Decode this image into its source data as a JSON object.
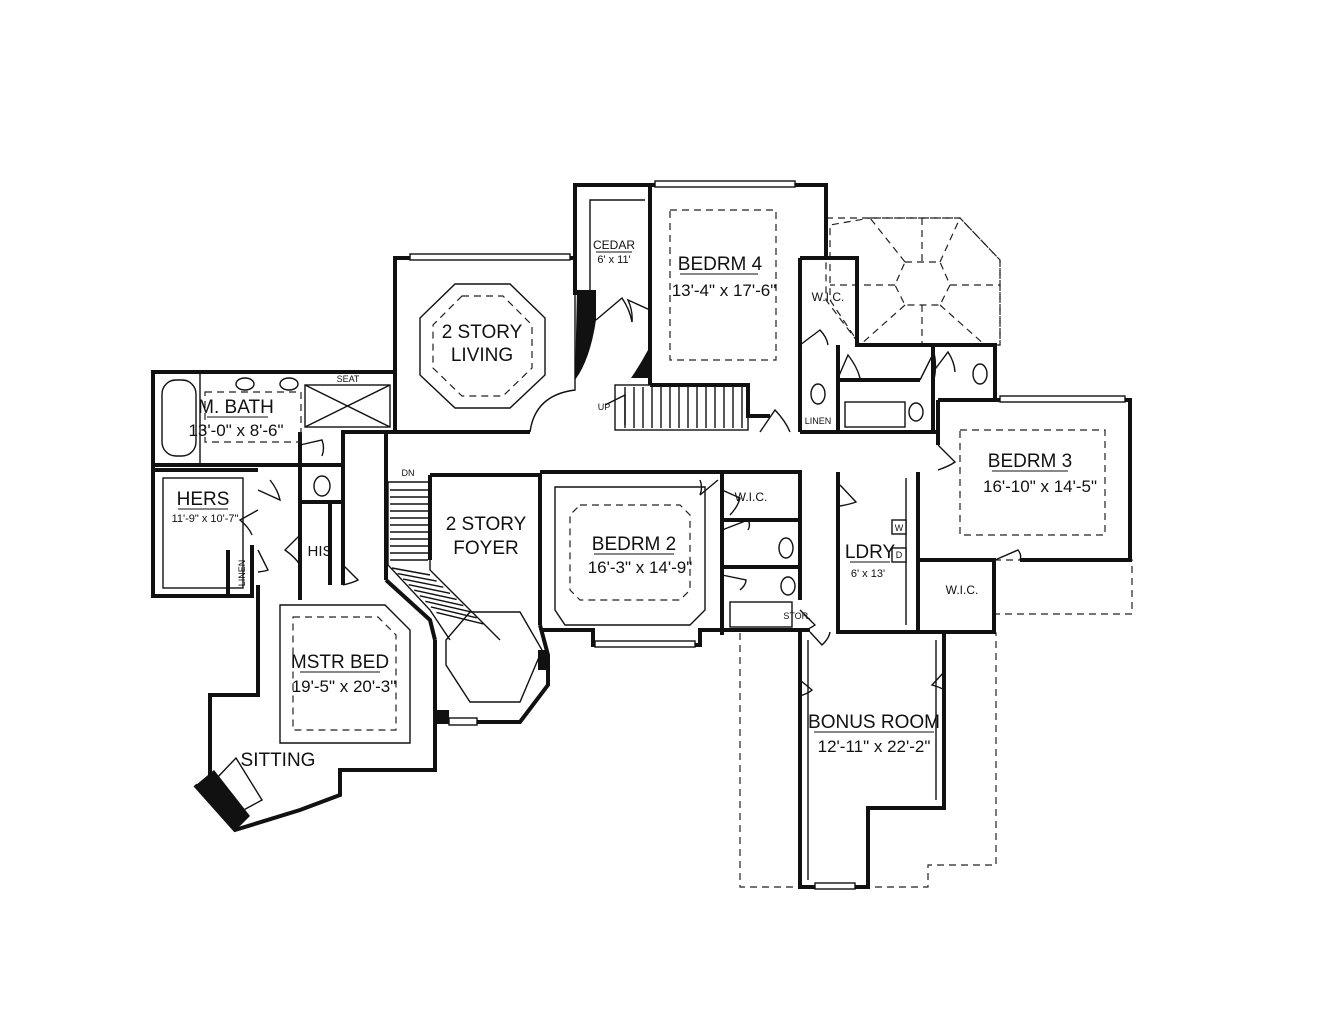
{
  "rooms": {
    "cedar": {
      "name": "CEDAR",
      "dims": "6' x 11'"
    },
    "bedrm4": {
      "name": "BEDRM 4",
      "dims": "13'-4\" x 17'-6\""
    },
    "wic_b4": {
      "name": "W.I.C."
    },
    "living": {
      "name_line1": "2 STORY",
      "name_line2": "LIVING"
    },
    "mbath": {
      "name": "M. BATH",
      "dims": "13'-0\" x 8'-6\""
    },
    "seat": {
      "name": "SEAT"
    },
    "up": {
      "name": "UP"
    },
    "dn": {
      "name": "DN"
    },
    "linen1": {
      "name": "LINEN"
    },
    "linen2": {
      "name": "LINEN"
    },
    "hers": {
      "name": "HERS",
      "dims": "11'-9\" x 10'-7\""
    },
    "his": {
      "name": "HIS"
    },
    "foyer": {
      "name_line1": "2 STORY",
      "name_line2": "FOYER"
    },
    "bedrm2": {
      "name": "BEDRM 2",
      "dims": "16'-3\" x 14'-9\""
    },
    "wic_b2": {
      "name": "W.I.C."
    },
    "stor": {
      "name": "STOR."
    },
    "bedrm3": {
      "name": "BEDRM 3",
      "dims": "16'-10\" x 14'-5\""
    },
    "ldry": {
      "name": "LDRY",
      "dims": "6' x 13'"
    },
    "washer": {
      "name": "W"
    },
    "dryer": {
      "name": "D"
    },
    "wic_b3": {
      "name": "W.I.C."
    },
    "mstr": {
      "name": "MSTR BED",
      "dims": "19'-5\" x 20'-3\""
    },
    "sitting": {
      "name": "SITTING"
    },
    "bonus": {
      "name": "BONUS ROOM",
      "dims": "12'-11\" x 22'-2\""
    }
  },
  "style": {
    "wall_color": "#111111",
    "background": "#ffffff"
  }
}
